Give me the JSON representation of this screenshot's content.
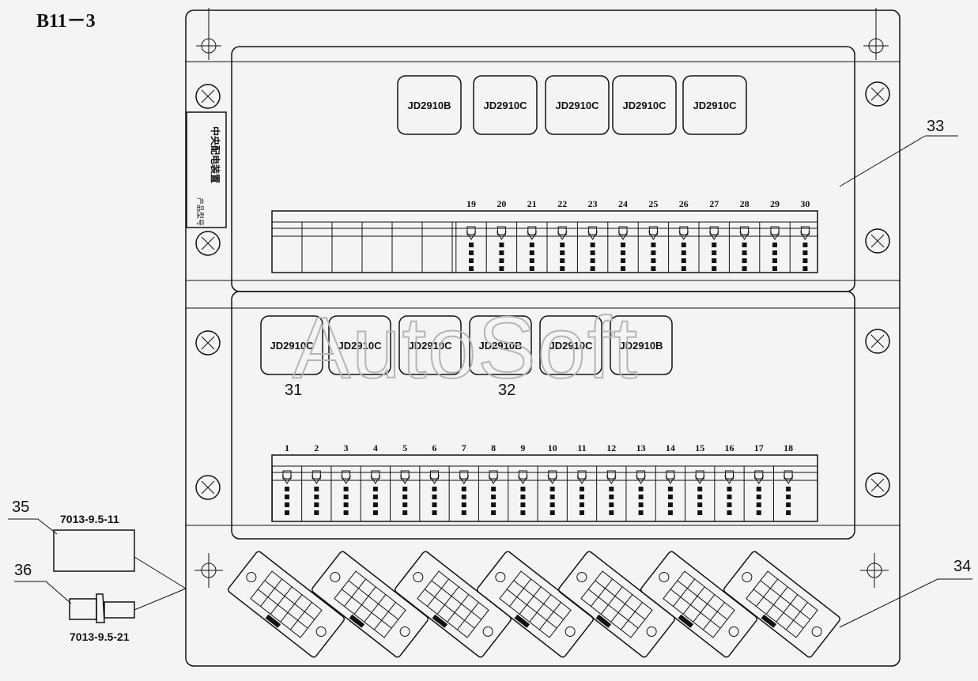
{
  "drawing_title": "B11－3",
  "watermark": "AutoSoft",
  "side_label": "中央配电装置",
  "side_label_small": "产品型号",
  "upper_relays": [
    "JD2910B",
    "JD2910C",
    "JD2910C",
    "JD2910C",
    "JD2910C"
  ],
  "lower_relays": [
    "JD2910C",
    "JD2910C",
    "JD2910C",
    "JD2910B",
    "JD2910C",
    "JD2910B"
  ],
  "upper_fuse_numbers": [
    "19",
    "20",
    "21",
    "22",
    "23",
    "24",
    "25",
    "26",
    "27",
    "28",
    "29",
    "30"
  ],
  "lower_fuse_numbers": [
    "1",
    "2",
    "3",
    "4",
    "5",
    "6",
    "7",
    "8",
    "9",
    "10",
    "11",
    "12",
    "13",
    "14",
    "15",
    "16",
    "17",
    "18"
  ],
  "callouts": {
    "c31": "31",
    "c32": "32",
    "c33": "33",
    "c34": "34",
    "c35": "35",
    "c36": "36"
  },
  "part_numbers": {
    "p35": "7013-9.5-11",
    "p36": "7013-9.5-21"
  }
}
